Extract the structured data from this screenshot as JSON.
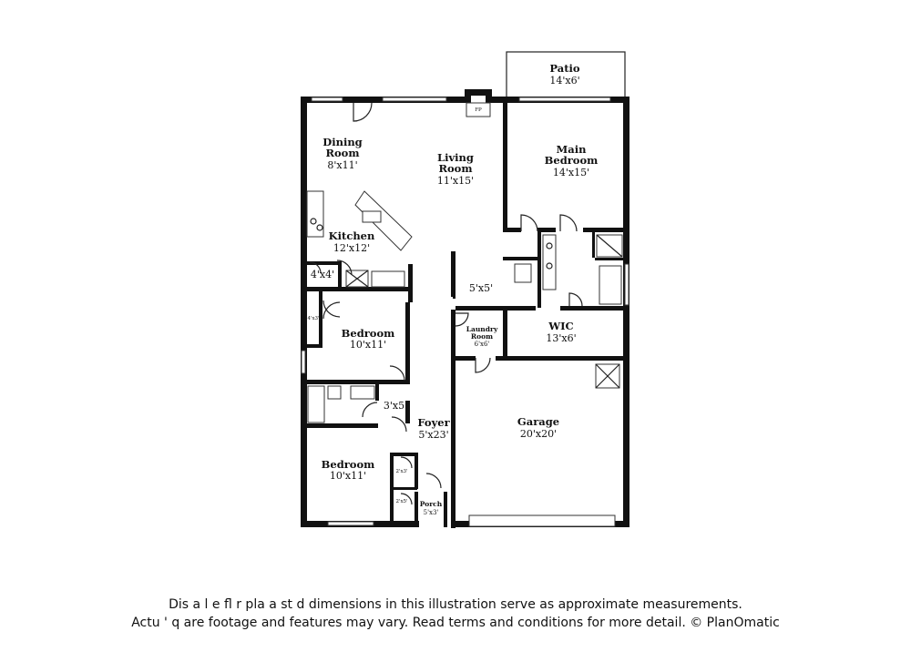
{
  "rooms": {
    "patio": {
      "name": "Patio",
      "dim": "14'x6'"
    },
    "fp": {
      "name": "FP"
    },
    "dining": {
      "name1": "Dining",
      "name2": "Room",
      "dim": "8'x11'"
    },
    "living": {
      "name1": "Living",
      "name2": "Room",
      "dim": "11'x15'"
    },
    "main_bedroom": {
      "name1": "Main",
      "name2": "Bedroom",
      "dim": "14'x15'"
    },
    "kitchen": {
      "name": "Kitchen",
      "dim": "12'x12'"
    },
    "pantry": {
      "dim": "4'x4'"
    },
    "hall_5x5": {
      "dim": "5'x5'"
    },
    "laundry": {
      "name1": "Laundry",
      "name2": "Room",
      "dim": "6'x6'"
    },
    "wic": {
      "name": "WIC",
      "dim": "13'x6'"
    },
    "bedroom1": {
      "name": "Bedroom",
      "dim": "10'x11'"
    },
    "closet1": {
      "dim": "4'x3'"
    },
    "bath2": {
      "dim": "3'x5'"
    },
    "foyer": {
      "name": "Foyer",
      "dim": "5'x23'"
    },
    "garage": {
      "name": "Garage",
      "dim": "20'x20'"
    },
    "bedroom2": {
      "name": "Bedroom",
      "dim": "10'x11'"
    },
    "closet2": {
      "dim": "2'x3'"
    },
    "closet3": {
      "dim": "2'x5'"
    },
    "porch": {
      "name": "Porch",
      "dim": "5'x3'"
    }
  },
  "disclaimer": {
    "line1": "Dis      a       l e fl    r pla   a   st    d dimensions in this illustration serve as approximate measurements.",
    "line2": "Actu    ' q  are footage and features may vary. Read terms and conditions for more detail. © PlanOmatic"
  }
}
